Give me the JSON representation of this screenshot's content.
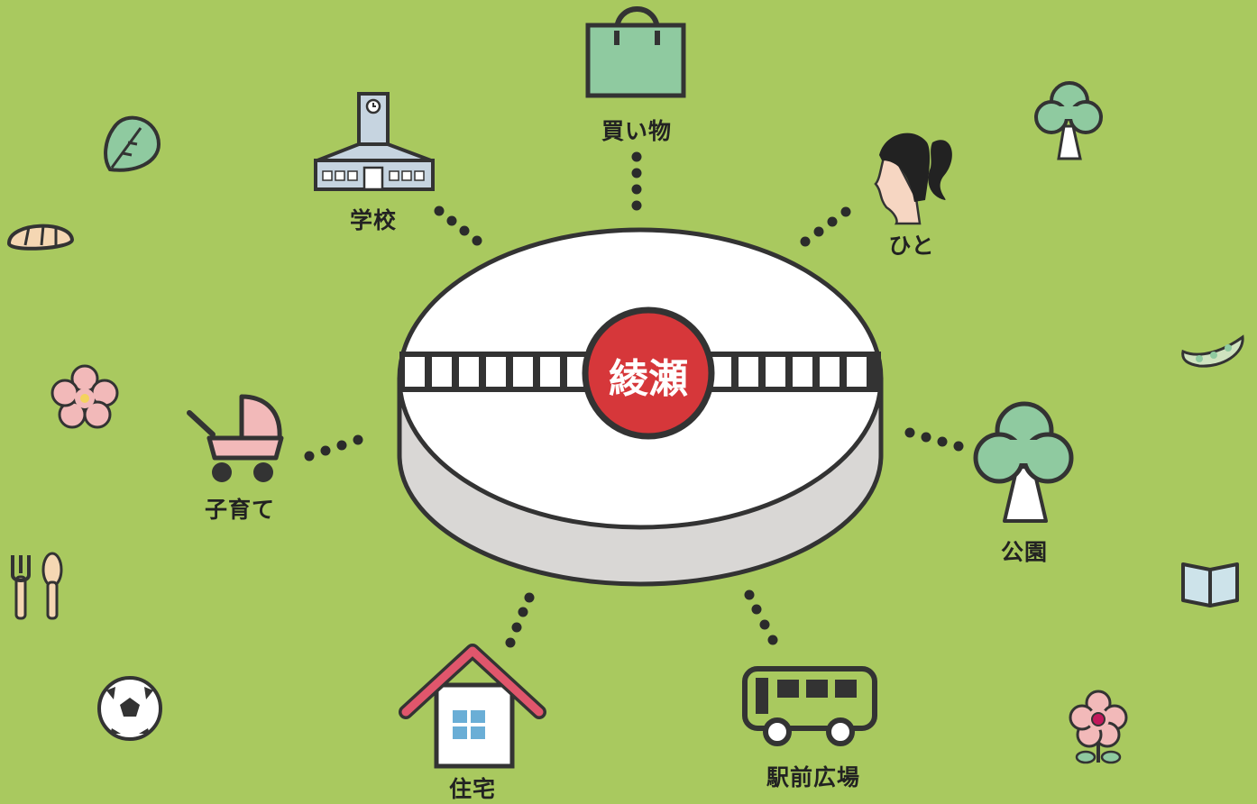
{
  "hub": {
    "label": "綾瀬",
    "color": "#d6373a"
  },
  "nodes": [
    {
      "id": "shopping",
      "label": "買い物",
      "icon": "shopping-bag-icon"
    },
    {
      "id": "school",
      "label": "学校",
      "icon": "school-building-icon"
    },
    {
      "id": "people",
      "label": "ひと",
      "icon": "woman-profile-icon"
    },
    {
      "id": "childcare",
      "label": "子育て",
      "icon": "baby-stroller-icon"
    },
    {
      "id": "park",
      "label": "公園",
      "icon": "tree-icon"
    },
    {
      "id": "housing",
      "label": "住宅",
      "icon": "house-icon"
    },
    {
      "id": "station_plaza",
      "label": "駅前広場",
      "icon": "bus-icon"
    }
  ],
  "decorations": [
    "lettuce-icon",
    "bread-icon",
    "cherry-blossom-icon",
    "fork-spoon-icon",
    "soccer-ball-icon",
    "small-tree-icon",
    "bean-pod-icon",
    "open-book-icon",
    "pink-flower-icon"
  ],
  "colors": {
    "background": "#a9c95f",
    "icon_green": "#8fcaa0",
    "outline": "#333333",
    "pink": "#f2b9b9",
    "roof_red": "#d6373a"
  }
}
